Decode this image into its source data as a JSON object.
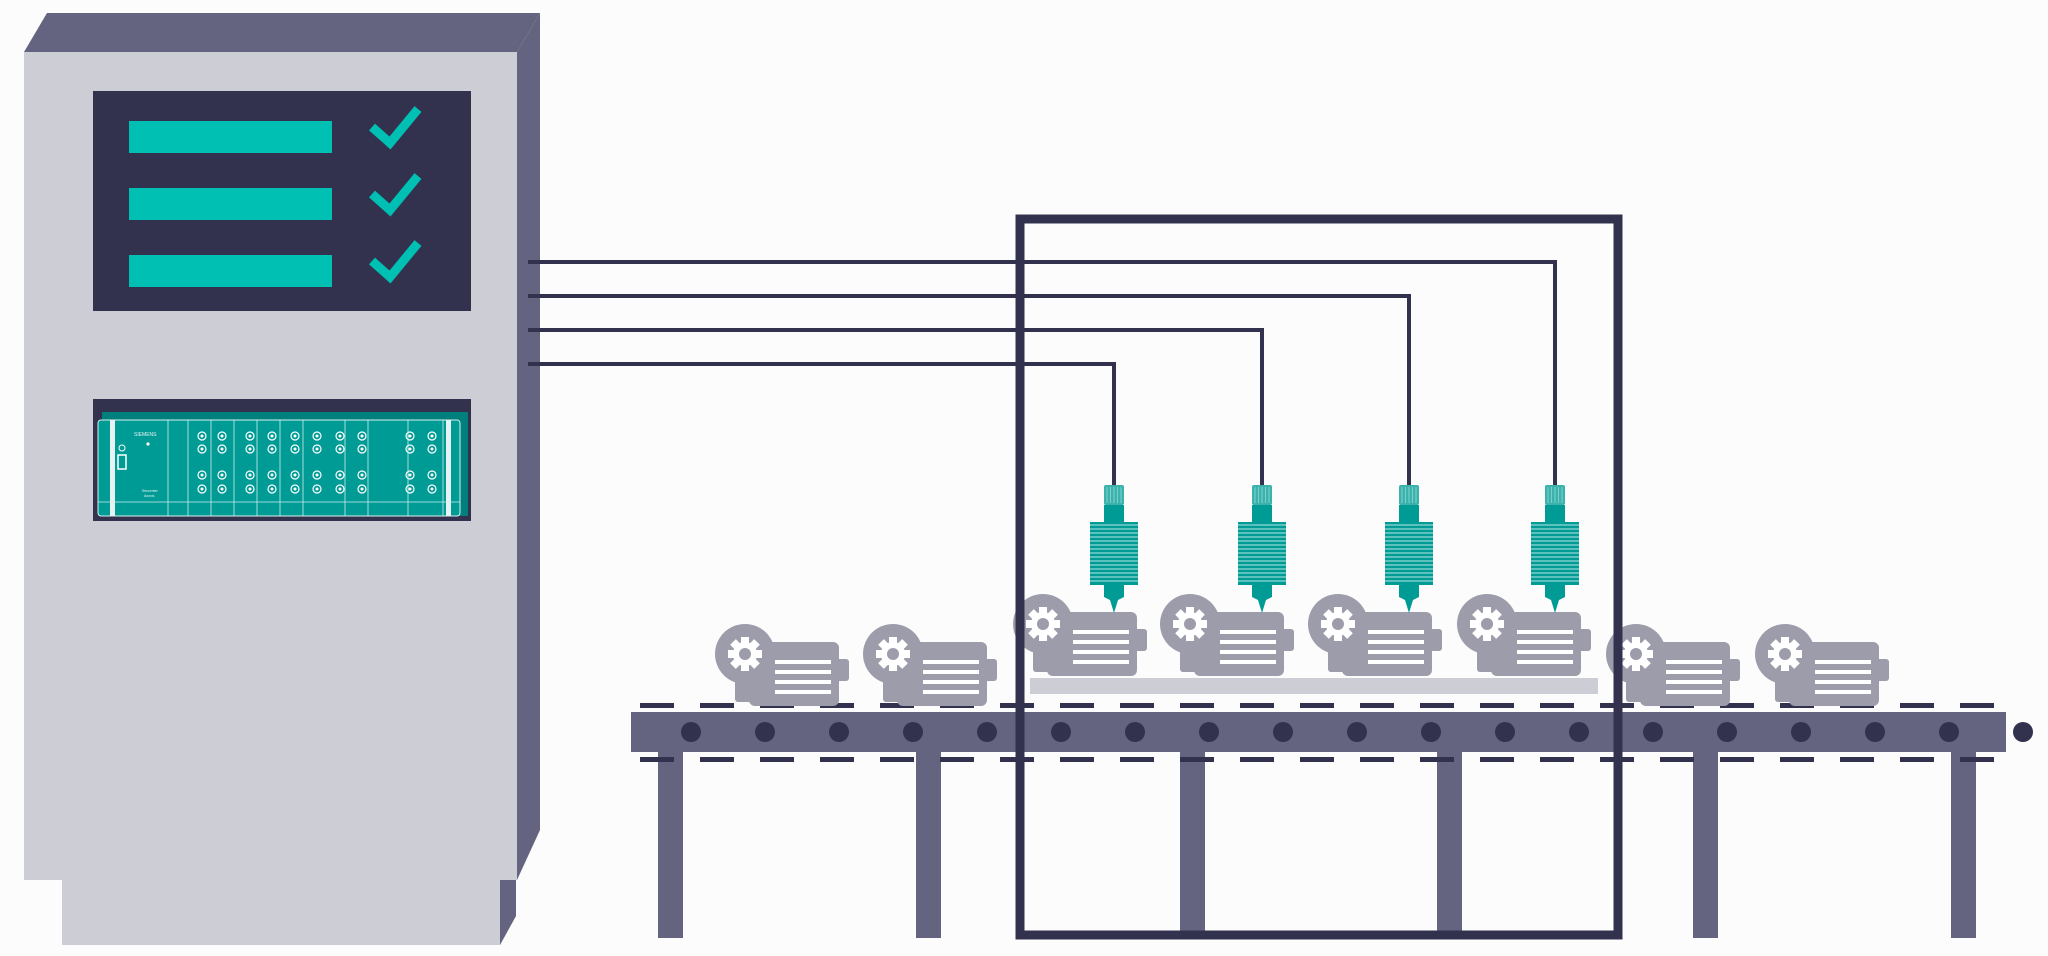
{
  "colors": {
    "background": "#fcfcfc",
    "cabinet_front": "#cccdd5",
    "cabinet_side": "#646480",
    "dark_navy": "#32324f",
    "teal_bright": "#00bfb3",
    "teal": "#009b95",
    "motor_gray": "#9c9cab",
    "conveyor": "#646480"
  },
  "plc": {
    "brand": "SIEMENS",
    "product_line1": "Simcenter",
    "product_line2": "Anovis"
  },
  "checklist": [
    {
      "status": "checked",
      "icon": "check-icon"
    },
    {
      "status": "checked",
      "icon": "check-icon"
    },
    {
      "status": "checked",
      "icon": "check-icon"
    }
  ],
  "sensors_count_in_box": 4,
  "motors_total": 8
}
